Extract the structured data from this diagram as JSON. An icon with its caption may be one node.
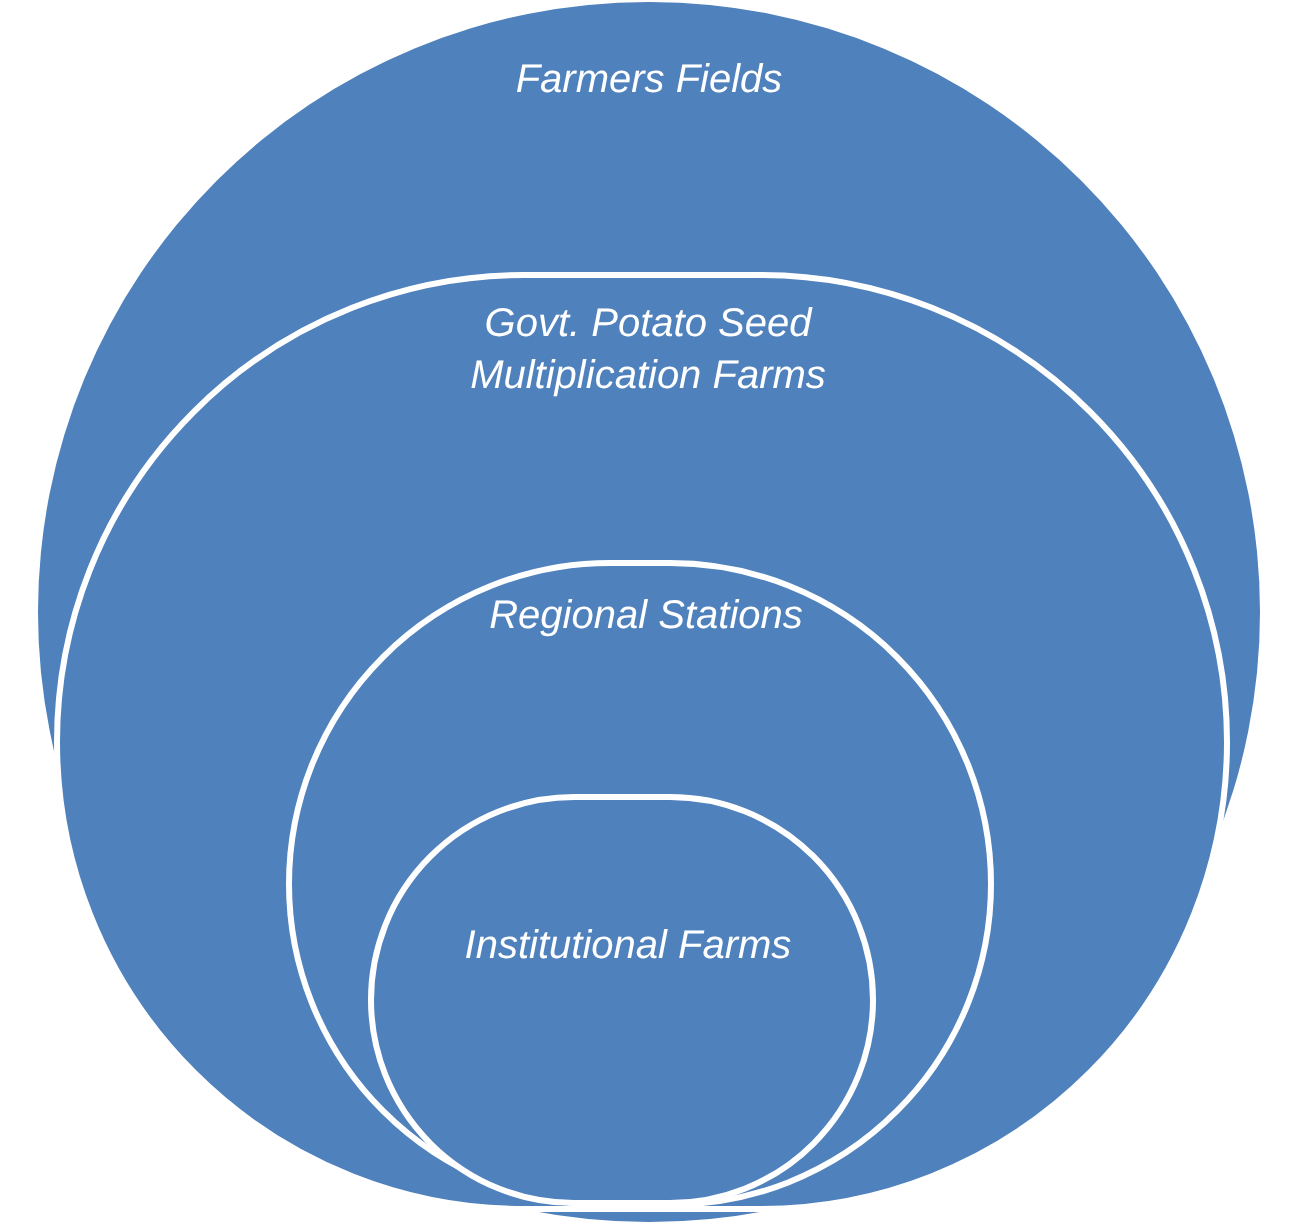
{
  "diagram": {
    "nodes": [
      {
        "text": [
          "Farmers Fields"
        ]
      },
      {
        "text": [
          "Govt. Potato Seed Multiplication Farms"
        ],
        "in": 0
      },
      {
        "text": [
          "Regional Stations"
        ],
        "in": 1
      },
      {
        "text": [
          "Institutional Farms"
        ],
        "in": 2
      }
    ]
  }
}
